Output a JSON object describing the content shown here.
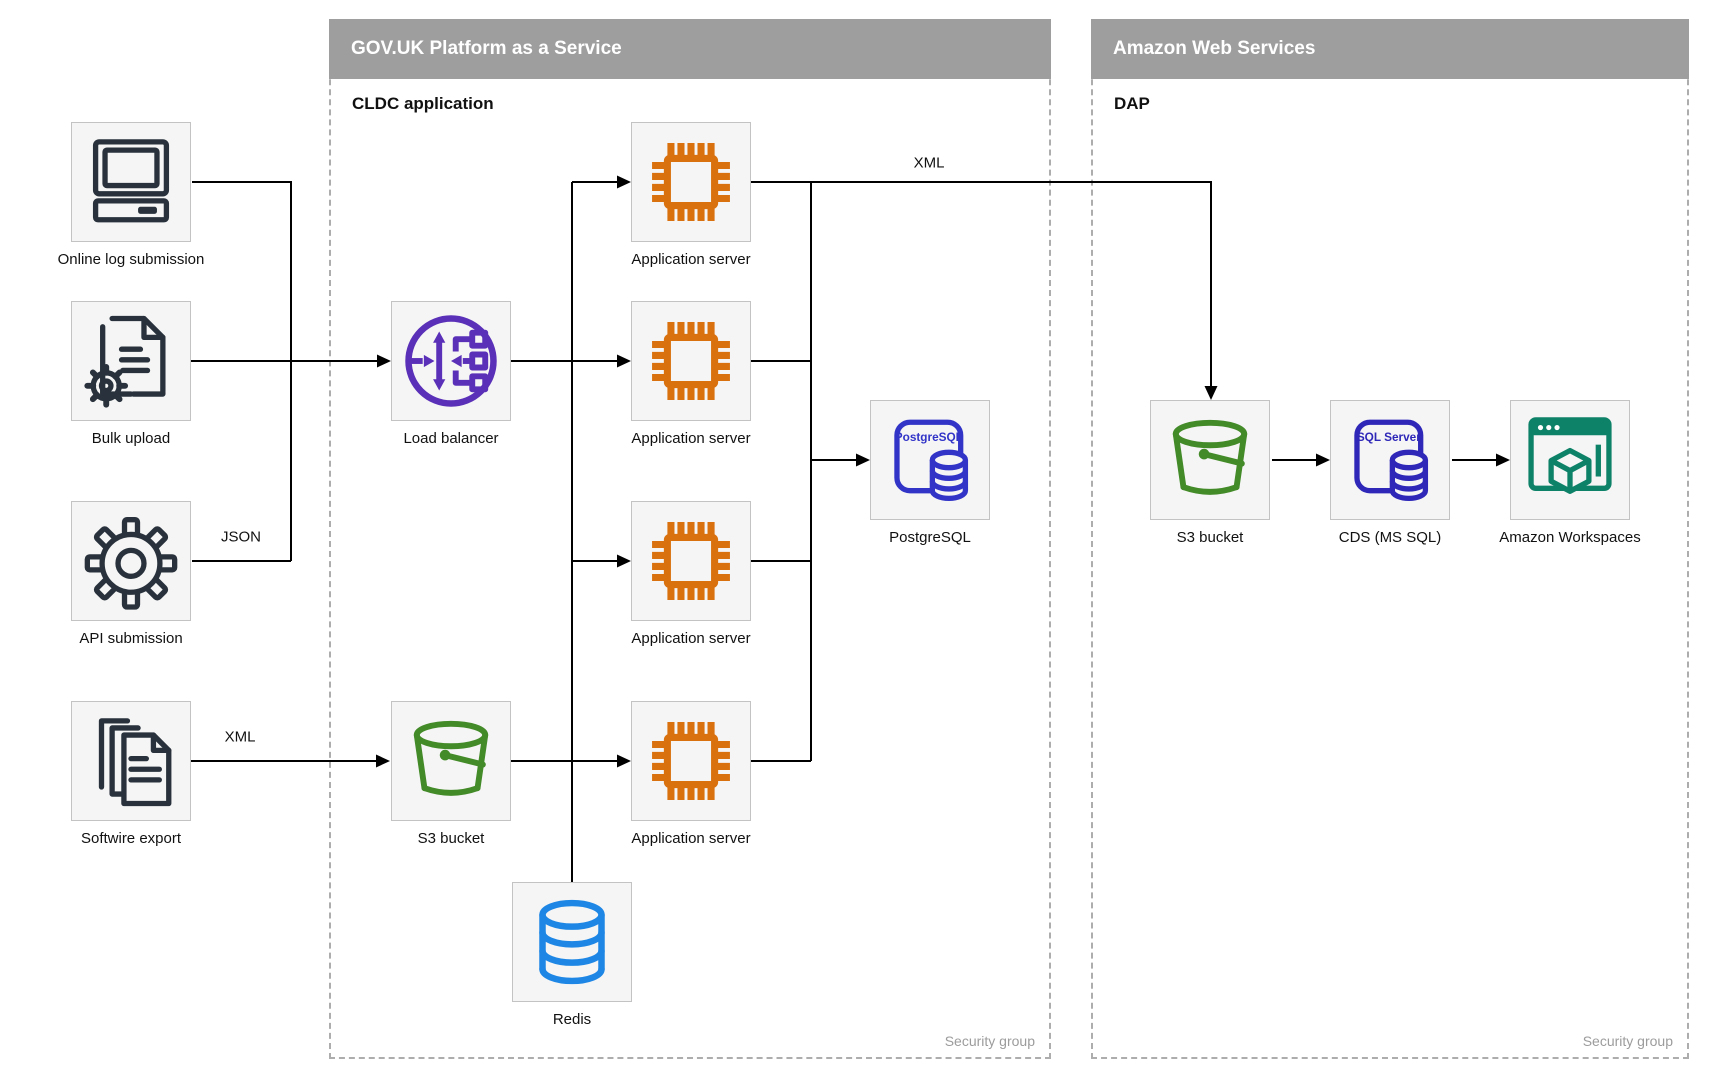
{
  "containers": {
    "govuk": {
      "title": "GOV.UK Platform as a Service",
      "sublabel": "CLDC application",
      "footer": "Security group"
    },
    "aws": {
      "title": "Amazon Web Services",
      "sublabel": "DAP",
      "footer": "Security group"
    }
  },
  "nodes": {
    "online_log": {
      "label": "Online log submission"
    },
    "bulk_upload": {
      "label": "Bulk upload"
    },
    "api_submission": {
      "label": "API submission"
    },
    "softwire_export": {
      "label": "Softwire export"
    },
    "load_balancer": {
      "label": "Load balancer"
    },
    "app_server_1": {
      "label": "Application server"
    },
    "app_server_2": {
      "label": "Application server"
    },
    "app_server_3": {
      "label": "Application server"
    },
    "app_server_4": {
      "label": "Application server"
    },
    "postgresql": {
      "label": "PostgreSQL",
      "icon_text": "PostgreSQL"
    },
    "s3_bucket_paas": {
      "label": "S3 bucket"
    },
    "redis": {
      "label": "Redis"
    },
    "s3_bucket_aws": {
      "label": "S3 bucket"
    },
    "cds": {
      "label": "CDS (MS SQL)",
      "icon_text": "SQL Server"
    },
    "workspaces": {
      "label": "Amazon Workspaces"
    }
  },
  "edge_labels": {
    "json": "JSON",
    "xml_softwire": "XML",
    "xml_aws": "XML"
  },
  "colors": {
    "canvas_bg": "#ffffff",
    "container_header_bg": "#9e9e9e",
    "container_header_text": "#ffffff",
    "container_border": "#adadad",
    "node_bg": "#f5f5f5",
    "node_border": "#c3c3c3",
    "edge": "#000000",
    "label_text": "#111111",
    "muted_text": "#9c9c9c",
    "navy": "#29323c",
    "purple": "#5a30b8",
    "orange": "#d9710f",
    "green": "#438a28",
    "redis_blue": "#1e87e5",
    "pg_blue": "#3234c8",
    "sql_blue": "#2e27b8",
    "teal": "#0e8268"
  }
}
